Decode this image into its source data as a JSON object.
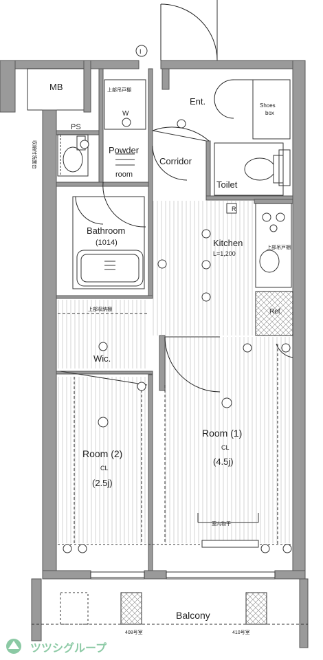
{
  "rooms": {
    "mb": "MB",
    "ps": "PS",
    "ent": "Ent.",
    "shoes_box_line1": "Shoes",
    "shoes_box_line2": "box",
    "w": "W",
    "powder_line1": "Powder",
    "powder_line2": "room",
    "corridor": "Corridor",
    "toilet": "Toilet",
    "bathroom": "Bathroom",
    "bathroom_size": "(1014)",
    "kitchen": "Kitchen",
    "kitchen_size": "L=1,200",
    "r_mark": "R",
    "ref": "Ref.",
    "wic": "Wic.",
    "room1": "Room (1)",
    "room1_cl": "CL",
    "room1_size": "(4.5j)",
    "room2": "Room (2)",
    "room2_cl": "CL",
    "room2_size": "(2.5j)",
    "balcony": "Balcony",
    "grid_mark": "I"
  },
  "notes": {
    "upper_shelf_top": "上部吊戸棚",
    "upper_shelf_kitchen": "上部吊戸棚",
    "upper_storage": "上部収納棚",
    "curtain_rail": "室内物干",
    "vertical_note": "収納付洗面台",
    "balcony_left": "408号室",
    "balcony_right": "410号室"
  },
  "watermark": "ツツシグループ"
}
